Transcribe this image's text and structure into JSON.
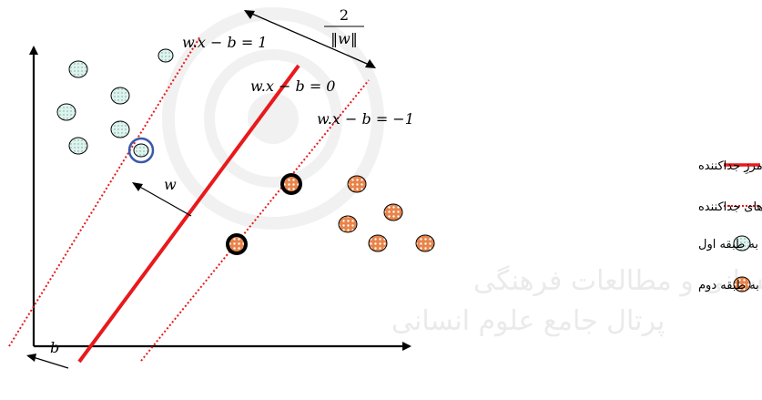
{
  "labels": {
    "margin_numerator": "2",
    "margin_denominator": "‖w‖",
    "line_upper": "w.x − b = 1",
    "line_middle": "w.x − b = 0",
    "line_lower": "w.x − b = −1",
    "normal_vector": "w",
    "offset": "b"
  },
  "legend": {
    "hyperplane": "ابرسطح با حداکثر مرزِ جداکننده",
    "margins": "مرزهای جداکننده",
    "class1": "نمونه داده‌های مربوط به طبقه اول",
    "class2": "نمونه داده‌های مربوط به طبقه دوم"
  },
  "watermark": {
    "line1": "پژوهشگاه علوم انسانی و مطالعات فرهنگی",
    "line2": "پرتال جامع علوم انسانی"
  },
  "colors": {
    "hyperplane": "#e8191c",
    "margin": "#e8191c",
    "class1_fill": "#dff3ee",
    "class2_fill": "#e8844a",
    "support_ring": "#000000",
    "support_ring_class1": "#3a5aa8"
  },
  "icons": {
    "class1_marker": "teal-dotted-circle-icon",
    "class2_marker": "orange-patterned-circle-icon"
  }
}
